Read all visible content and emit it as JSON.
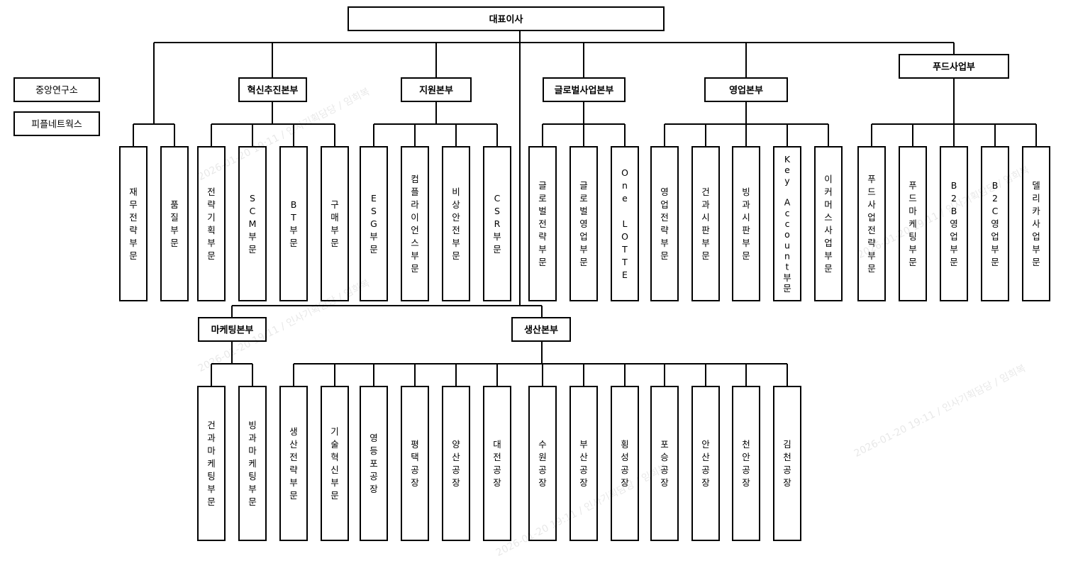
{
  "ceo": "대표이사",
  "standalone": [
    "중앙연구소",
    "피플네트웍스"
  ],
  "top_direct": [
    "재무전략부문",
    "품질부문"
  ],
  "upper_groups": [
    {
      "title": "혁신추진본부",
      "units": [
        "전략기획부문",
        "SCM부문",
        "BT부문",
        "구매부문"
      ]
    },
    {
      "title": "지원본부",
      "units": [
        "ESG부문",
        "컴플라이언스부문",
        "비상안전부문",
        "CSR부문"
      ]
    },
    {
      "title": "글로벌사업본부",
      "units": [
        "글로벌전략부문",
        "글로벌영업부문",
        "One LOTTE"
      ]
    },
    {
      "title": "영업본부",
      "units": [
        "영업전략부문",
        "건과시판부문",
        "빙과시판부문",
        "Key Account부문",
        "이커머스사업부문"
      ]
    },
    {
      "title": "푸드사업부",
      "units": [
        "푸드사업전략부문",
        "푸드마케팅부문",
        "B2B영업부문",
        "B2C영업부문",
        "델리카사업부문"
      ]
    }
  ],
  "lower_groups": [
    {
      "title": "마케팅본부",
      "units": [
        "건과마케팅부문",
        "빙과마케팅부문"
      ]
    },
    {
      "title": "생산본부",
      "units": [
        "생산전략부문",
        "기술혁신부문",
        "영등포공장",
        "평택공장",
        "양산공장",
        "대전공장",
        "수원공장",
        "부산공장",
        "횡성공장",
        "포승공장",
        "안산공장",
        "천안공장",
        "김천공장"
      ]
    }
  ],
  "watermark": "2026-01-20 19:11 / 인사기획담당 / 임희복"
}
